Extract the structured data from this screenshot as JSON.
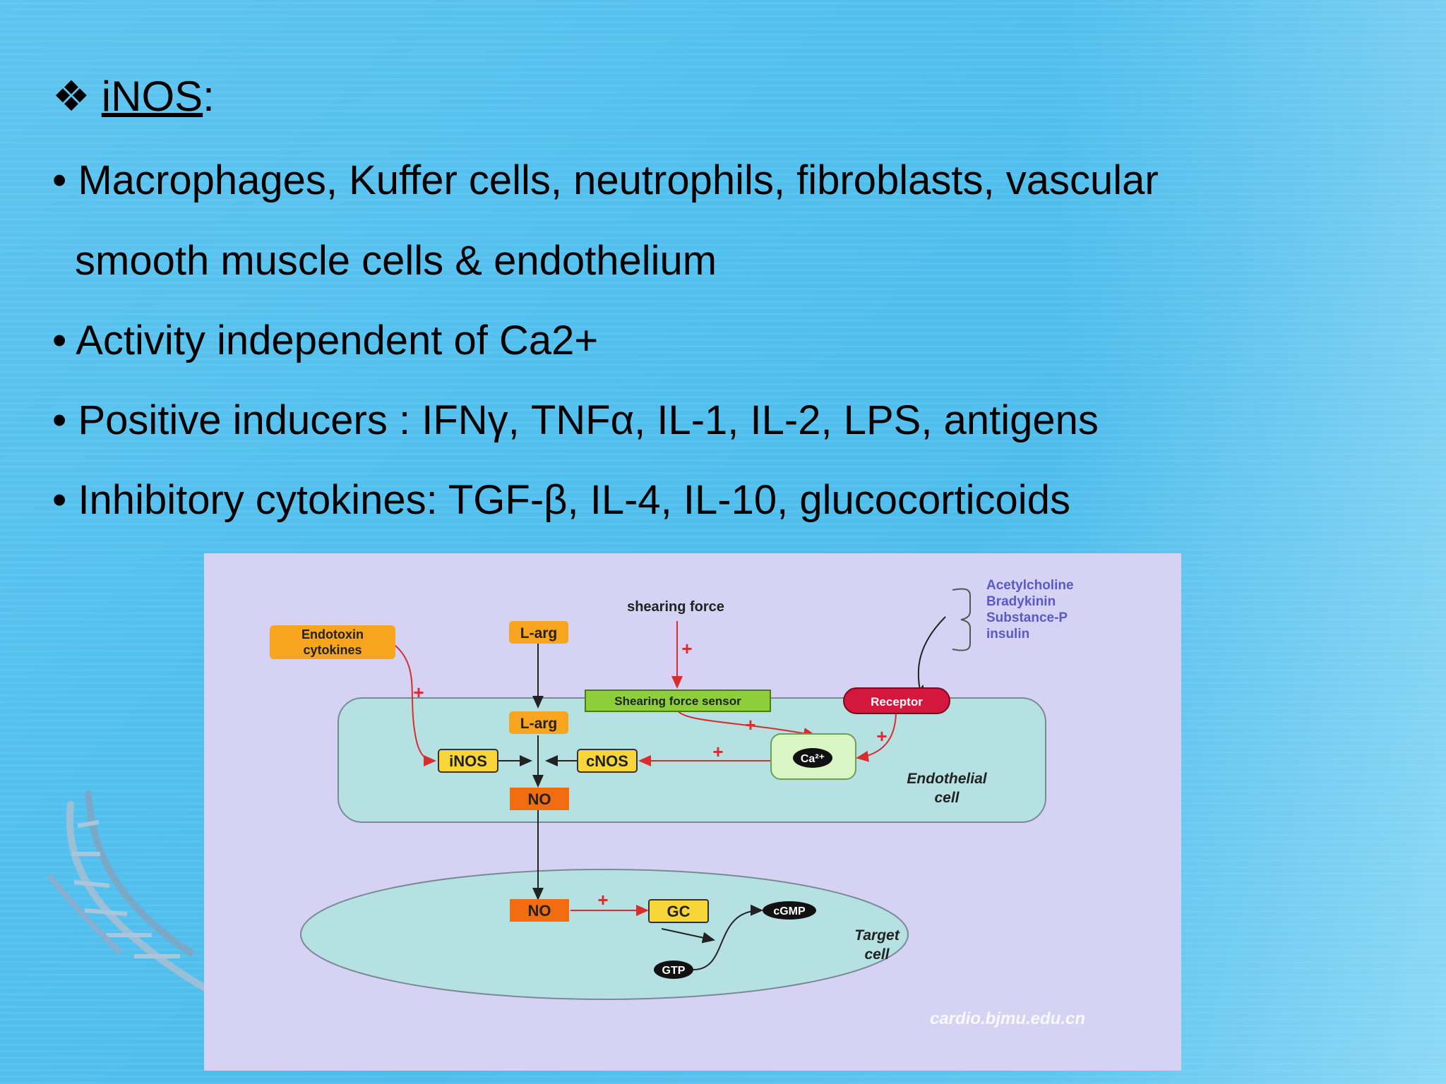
{
  "heading": {
    "bullet_glyph": "❖",
    "title": "iNOS",
    "suffix": ":"
  },
  "bullets": [
    {
      "glyph": "•",
      "text": "Macrophages, Kuffer cells, neutrophils, fibroblasts, vascular"
    },
    {
      "glyph": "",
      "text": "smooth muscle cells & endothelium"
    },
    {
      "glyph": "•",
      "text": "Activity independent  of Ca2+"
    },
    {
      "glyph": "•",
      "text": "Positive inducers : IFNγ, TNFα, IL-1, IL-2, LPS, antigens"
    },
    {
      "glyph": "•",
      "text": "Inhibitory cytokines: TGF-β, IL-4, IL-10, glucocorticoids"
    }
  ],
  "diagram": {
    "shearing_force": "shearing force",
    "endotoxin_line1": "Endotoxin",
    "endotoxin_line2": "cytokines",
    "larg_top": "L-arg",
    "larg_cell": "L-arg",
    "agonists": [
      "Acetylcholine",
      "Bradykinin",
      "Substance-P",
      "insulin"
    ],
    "sensor": "Shearing force sensor",
    "receptor": "Receptor",
    "inos": "iNOS",
    "cnos": "cNOS",
    "ca": "Ca²⁺",
    "no_cell": "NO",
    "endothelial_line1": "Endothelial",
    "endothelial_line2": "cell",
    "no_target": "NO",
    "gc": "GC",
    "cgmp": "cGMP",
    "gtp": "GTP",
    "target_line1": "Target",
    "target_line2": "cell",
    "plus": "+",
    "watermark": "cardio.bjmu.edu.cn"
  },
  "colors": {
    "background": "#52c0ee",
    "figure_bg": "#d6d2f3",
    "cell_fill": "#b6e1e3",
    "orange_box": "#f7a41e",
    "nos_box": "#f8d63a",
    "no_box": "#f26d10",
    "sensor_box": "#8dcf3a",
    "receptor": "#d3173d",
    "arrow_red": "#d92c2c",
    "agonist_text": "#5a59c6"
  }
}
